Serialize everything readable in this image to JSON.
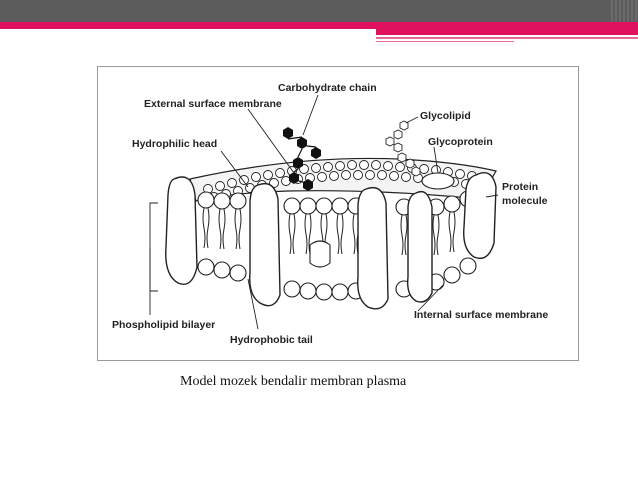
{
  "slide": {
    "header_color": "#5c5c5c",
    "accent_color": "#e0115f"
  },
  "diagram": {
    "labels": {
      "carbohydrate_chain": "Carbohydrate chain",
      "external_surface_membrane": "External surface membrane",
      "glycolipid": "Glycolipid",
      "hydrophilic_head": "Hydrophilic head",
      "glycoprotein": "Glycoprotein",
      "protein_molecule_line1": "Protein",
      "protein_molecule_line2": "molecule",
      "phospholipid_bilayer": "Phospholipid bilayer",
      "internal_surface_membrane": "Internal surface membrane",
      "hydrophobic_tail": "Hydrophobic tail"
    }
  },
  "caption": "Model mozek bendalir membran plasma"
}
